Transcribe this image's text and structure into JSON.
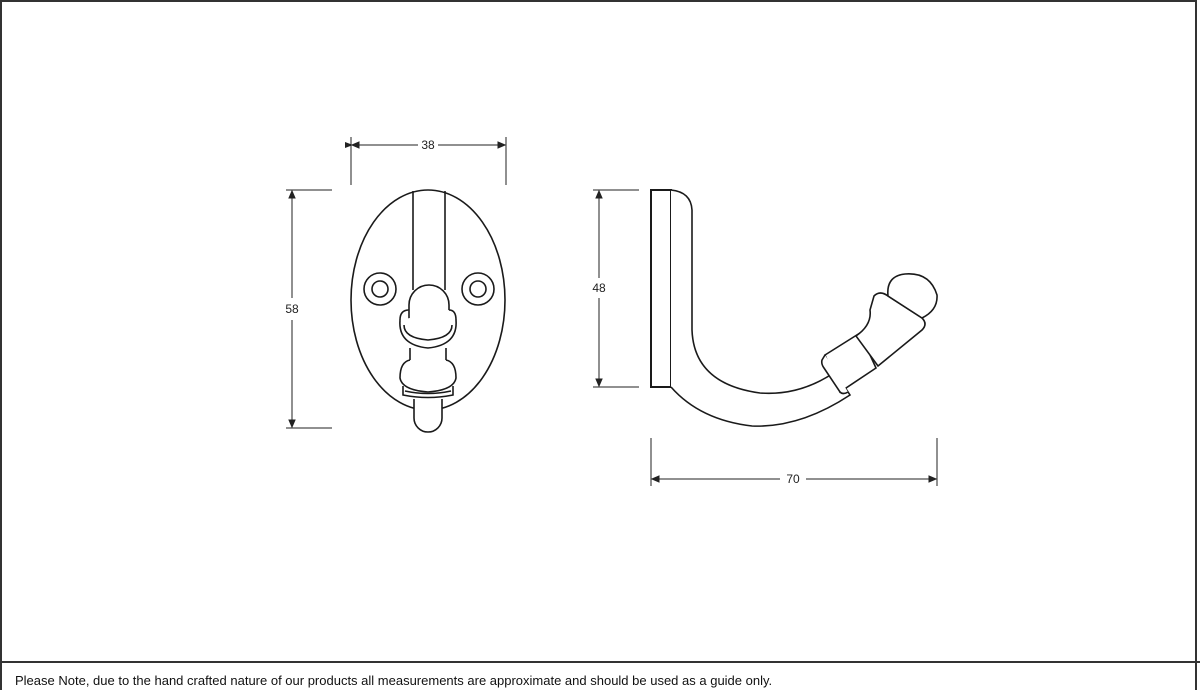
{
  "diagram": {
    "front_view": {
      "width_label": "38",
      "height_label": "58"
    },
    "side_view": {
      "height_label": "48",
      "depth_label": "70"
    }
  },
  "footer": {
    "note": "Please Note, due to the hand crafted nature of our products all measurements are approximate and should be used as a guide only."
  },
  "colors": {
    "line": "#1a1a1a",
    "border": "#333333",
    "background": "#ffffff"
  }
}
